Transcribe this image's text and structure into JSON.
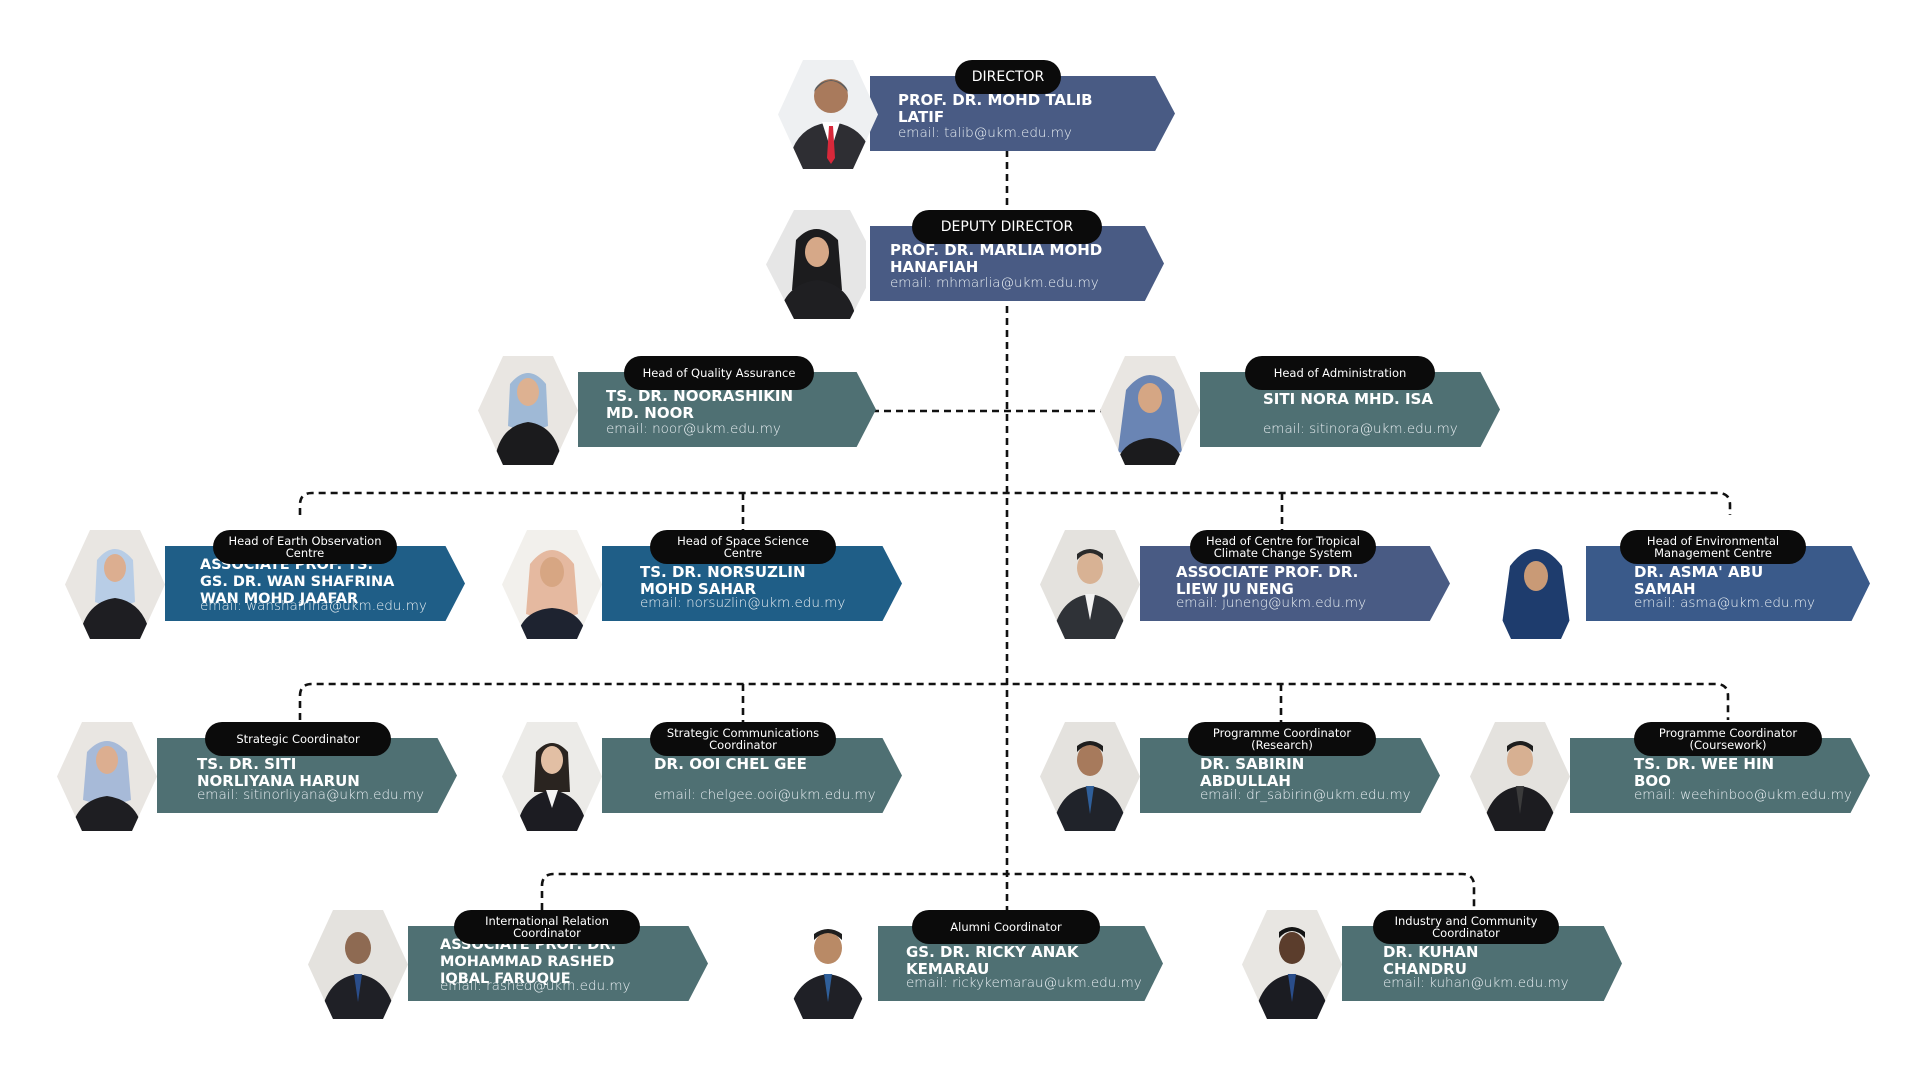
{
  "colors": {
    "navy": "#495b84",
    "teal": "#4f7073",
    "blue": "#1f5e87",
    "indigo": "#3a5a8a",
    "pill": "#0b0b0b",
    "connector": "#111111"
  },
  "director": {
    "role": "DIRECTOR",
    "name": "PROF. DR. MOHD TALIB LATIF",
    "email": "email: talib@ukm.edu.my"
  },
  "deputy": {
    "role": "DEPUTY DIRECTOR",
    "name": "PROF. DR. MARLIA MOHD HANAFIAH",
    "email": "email: mhmarlia@ukm.edu.my"
  },
  "quality": {
    "role": "Head of Quality Assurance",
    "name": "TS. DR. NOORASHIKIN MD. NOOR",
    "email": "email: noor@ukm.edu.my"
  },
  "admin": {
    "role": "Head of Administration",
    "name": "SITI NORA MHD. ISA",
    "email": "email: sitinora@ukm.edu.my"
  },
  "earth": {
    "role": "Head of Earth Observation Centre",
    "name": "ASSOCIATE PROF. TS. GS. DR. WAN SHAFRINA WAN MOHD JAAFAR",
    "email": "email: wanshafrina@ukm.edu.my"
  },
  "space": {
    "role": "Head of Space Science Centre",
    "name": "TS. DR. NORSUZLIN MOHD SAHAR",
    "email": "email: norsuzlin@ukm.edu.my"
  },
  "climate": {
    "role": "Head of Centre for Tropical Climate Change System",
    "name": "ASSOCIATE PROF. DR. LIEW JU NENG",
    "email": "email:  juneng@ukm.edu.my"
  },
  "environment": {
    "role": "Head of Environmental Management Centre",
    "name": "DR. ASMA' ABU SAMAH",
    "email": "email: asma@ukm.edu.my"
  },
  "strategic": {
    "role": "Strategic Coordinator",
    "name": "TS. DR. SITI NORLIYANA HARUN",
    "email": "email: sitinorliyana@ukm.edu.my"
  },
  "comms": {
    "role": "Strategic Communications Coordinator",
    "name": "DR. OOI CHEL GEE",
    "email": "email: chelgee.ooi@ukm.edu.my"
  },
  "research": {
    "role": "Programme Coordinator (Research)",
    "name": "DR. SABIRIN ABDULLAH",
    "email": "email: dr_sabirin@ukm.edu.my"
  },
  "coursework": {
    "role": "Programme Coordinator (Coursework)",
    "name": "TS. DR. WEE HIN BOO",
    "email": "email: weehinboo@ukm.edu.my"
  },
  "international": {
    "role": "International Relation Coordinator",
    "name": "ASSOCIATE PROF. DR. MOHAMMAD RASHED IQBAL FARUQUE",
    "email": "email: rashed@ukm.edu.my"
  },
  "alumni": {
    "role": "Alumni Coordinator",
    "name": "GS. DR. RICKY ANAK KEMARAU",
    "email": "email: rickykemarau@ukm.edu.my"
  },
  "industry": {
    "role": "Industry and Community Coordinator",
    "name": "DR. KUHAN CHANDRU",
    "email": "email: kuhan@ukm.edu.my"
  }
}
